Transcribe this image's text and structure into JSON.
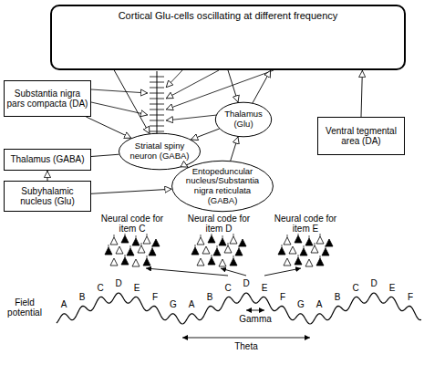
{
  "diagram": {
    "nodes": [
      {
        "text": [
          "Cortical Glu-cells oscillating at different frequency"
        ]
      },
      {
        "text": [
          "Substantia nigra pars compacta (DA)"
        ]
      },
      {
        "text": [
          "Thalamus (Glu)"
        ]
      },
      {
        "text": [
          "Ventral tegmental area (DA)"
        ]
      },
      {
        "text": [
          "Thalamus (GABA)"
        ]
      },
      {
        "text": [
          "Striatal spiny neuron (GABA)"
        ]
      },
      {
        "text": [
          "Entopeduncular nucleus/Substantia nigra reticulata (GABA)"
        ]
      },
      {
        "text": [
          "Subyhalamic nucleus (Glu)"
        ]
      }
    ],
    "edges": [
      {
        "from": 0,
        "to": 5,
        "arrow": "to"
      },
      {
        "from": 2,
        "to": 0,
        "arrow": "to"
      },
      {
        "from": 0,
        "to": 2,
        "arrow": "to"
      },
      {
        "from": 1,
        "to": 5,
        "arrow": "to"
      },
      {
        "from": 3,
        "to": 0,
        "arrow": "to"
      },
      {
        "from": 2,
        "to": 5,
        "arrow": "to"
      },
      {
        "from": 5,
        "to": 6,
        "arrow": "to"
      },
      {
        "from": 6,
        "to": 2,
        "arrow": "to"
      },
      {
        "from": 5,
        "to": 4,
        "arrow": "none"
      },
      {
        "from": 7,
        "to": 4,
        "arrow": "to"
      },
      {
        "from": 7,
        "to": 6,
        "arrow": "to"
      }
    ],
    "labels": [
      "Neural code for item C",
      "Neural code for item D",
      "Neural code for item E",
      "A",
      "B",
      "C",
      "D",
      "E",
      "F",
      "G",
      "A",
      "B",
      "C",
      "D",
      "E",
      "F",
      "G",
      "A",
      "B",
      "C",
      "D",
      "E",
      "F",
      "Field potential",
      "Gamma",
      "Theta"
    ]
  }
}
